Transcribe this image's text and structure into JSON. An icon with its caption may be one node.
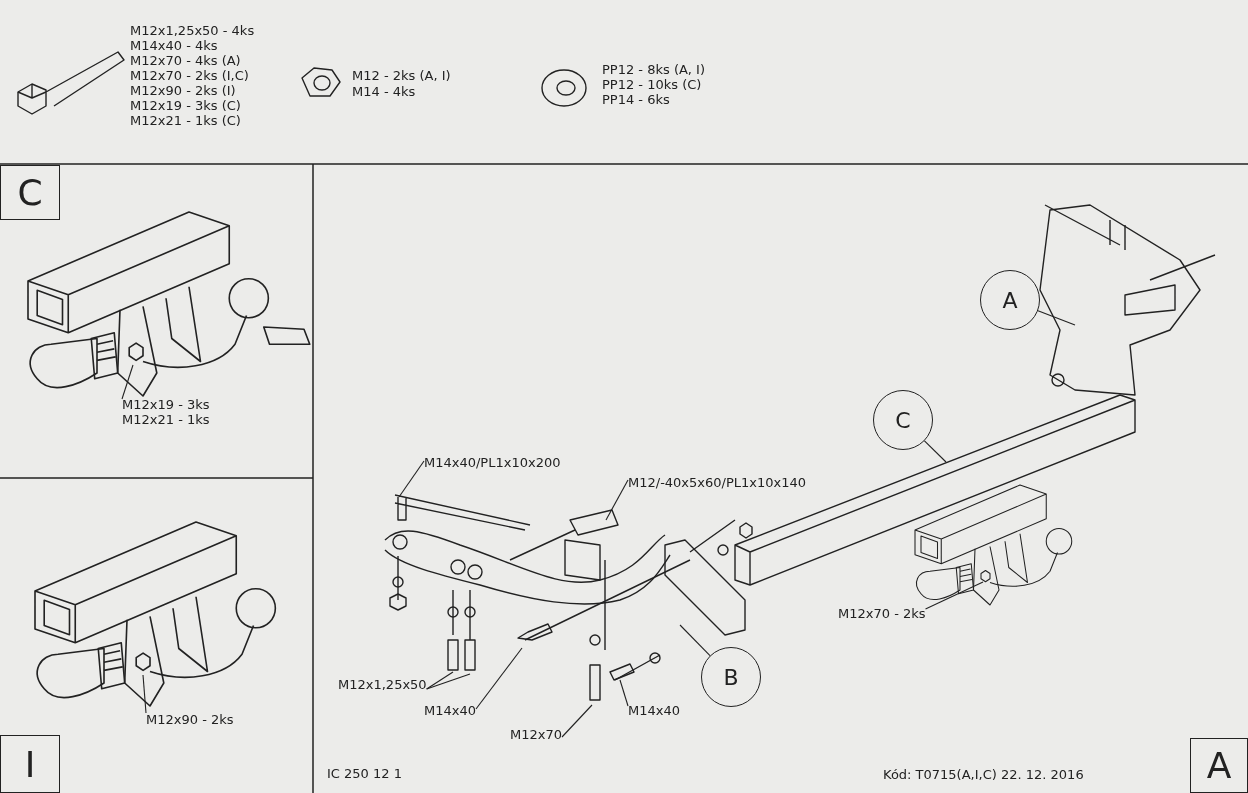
{
  "diagram": {
    "nodes": [
      {
        "text": [
          "C"
        ]
      },
      {
        "text": [
          "M12x19 - 3ks",
          "M12x21 - 1ks"
        ]
      },
      {
        "text": [
          "I"
        ]
      },
      {
        "text": [
          "M12x90 - 2ks"
        ]
      },
      {
        "text": [
          "M14x40/PL1x10x200"
        ]
      },
      {
        "text": [
          "M12/-40x5x60/PL1x10x140"
        ]
      },
      {
        "text": [
          "M12x1,25x50"
        ]
      },
      {
        "text": [
          "M14x40"
        ]
      },
      {
        "text": [
          "M12x70"
        ]
      },
      {
        "text": [
          "M14x40"
        ]
      },
      {
        "text": [
          "B"
        ]
      },
      {
        "text": [
          "C"
        ]
      },
      {
        "text": [
          "A"
        ]
      },
      {
        "text": [
          "M12x70 - 2ks"
        ]
      },
      {
        "text": [
          "A"
        ]
      },
      {
        "text": [],
        "shape": "picture"
      }
    ],
    "edges": [
      {
        "from": 1,
        "to": null,
        "arrow": "none"
      },
      {
        "from": 3,
        "to": null,
        "arrow": "none"
      },
      {
        "from": 4,
        "to": null,
        "arrow": "none"
      },
      {
        "from": 5,
        "to": null,
        "arrow": "none"
      },
      {
        "from": 6,
        "to": null,
        "arrow": "none"
      },
      {
        "from": 6,
        "to": null,
        "arrow": "none"
      },
      {
        "from": 7,
        "to": null,
        "arrow": "none"
      },
      {
        "from": 8,
        "to": null,
        "arrow": "none"
      },
      {
        "from": 9,
        "to": null,
        "arrow": "none"
      },
      {
        "from": 10,
        "to": null,
        "arrow": "none"
      },
      {
        "from": 11,
        "to": null,
        "arrow": "none"
      },
      {
        "from": 12,
        "to": null,
        "arrow": "none"
      },
      {
        "from": 13,
        "to": 15,
        "arrow": "none"
      }
    ],
    "labels": [
      "M12x1,25x50 - 4ks",
      "M14x40 - 4ks",
      "M12x70 - 4ks (A)",
      "M12x70 - 2ks (I,C)",
      "M12x90 - 2ks (I)",
      "M12x19 - 3ks (C)",
      "M12x21 - 1ks (C)",
      "M12 - 2ks (A, I)",
      "M14 - 4ks",
      "PP12 - 8ks (A, I)",
      "PP12 - 10ks (C)",
      "PP14 - 6ks",
      "IC 250 12 1",
      "Kód: T0715(A,I,C)  22. 12. 2016"
    ]
  }
}
